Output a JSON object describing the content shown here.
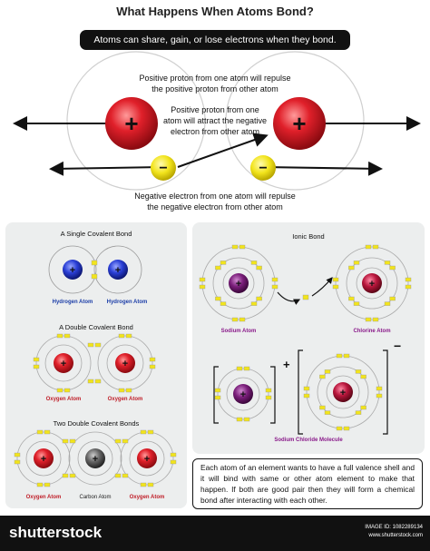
{
  "title": "What Happens When Atoms Bond?",
  "banner": "Atoms can share, gain, or lose electrons when they bond.",
  "top_labels": {
    "proton_repulse": "Positive proton from one atom will repulse\nthe positive proton from other atom",
    "proton_attract": "Positive proton from one\natom will attract the negative\nelectron from other atom",
    "electron_repulse": "Negative electron from one atom will repulse\nthe negative electron from other atom"
  },
  "symbols": {
    "plus": "+",
    "minus": "−"
  },
  "covalent": {
    "single": {
      "title": "A Single Covalent Bond",
      "left": "Hydrogen Atom",
      "right": "Hydrogen Atom"
    },
    "double": {
      "title": "A Double Covalent Bond",
      "left": "Oxygen Atom",
      "right": "Oxygen Atom"
    },
    "two_double": {
      "title": "Two Double Covalent Bonds",
      "left": "Oxygen Atom",
      "center": "Carbon Atom",
      "right": "Oxygen Atom"
    }
  },
  "ionic": {
    "title": "Ionic Bond",
    "sodium": "Sodium Atom",
    "chlorine": "Chlorine Atom",
    "molecule": "Sodium Chloride Molecule",
    "cation_charge": "+",
    "anion_charge": "−"
  },
  "summary": "Each atom of an element wants to have a full valence shell and it will bind with same or other atom element to make that happen. If both are good pair then they will form a chemical bond after interacting with each other.",
  "footer": {
    "brand": "shutterstock",
    "image_id": "IMAGE ID: 1082289134",
    "site": "www.shutterstock.com"
  },
  "colors": {
    "proton_red": "#e0202a",
    "electron_yellow": "#f2e41c",
    "hydrogen_blue": "#2a3fd6",
    "sodium_purple": "#7a1e7a",
    "chlorine_crimson": "#b8163c",
    "carbon_gray": "#555555",
    "footer_black": "#111111"
  }
}
